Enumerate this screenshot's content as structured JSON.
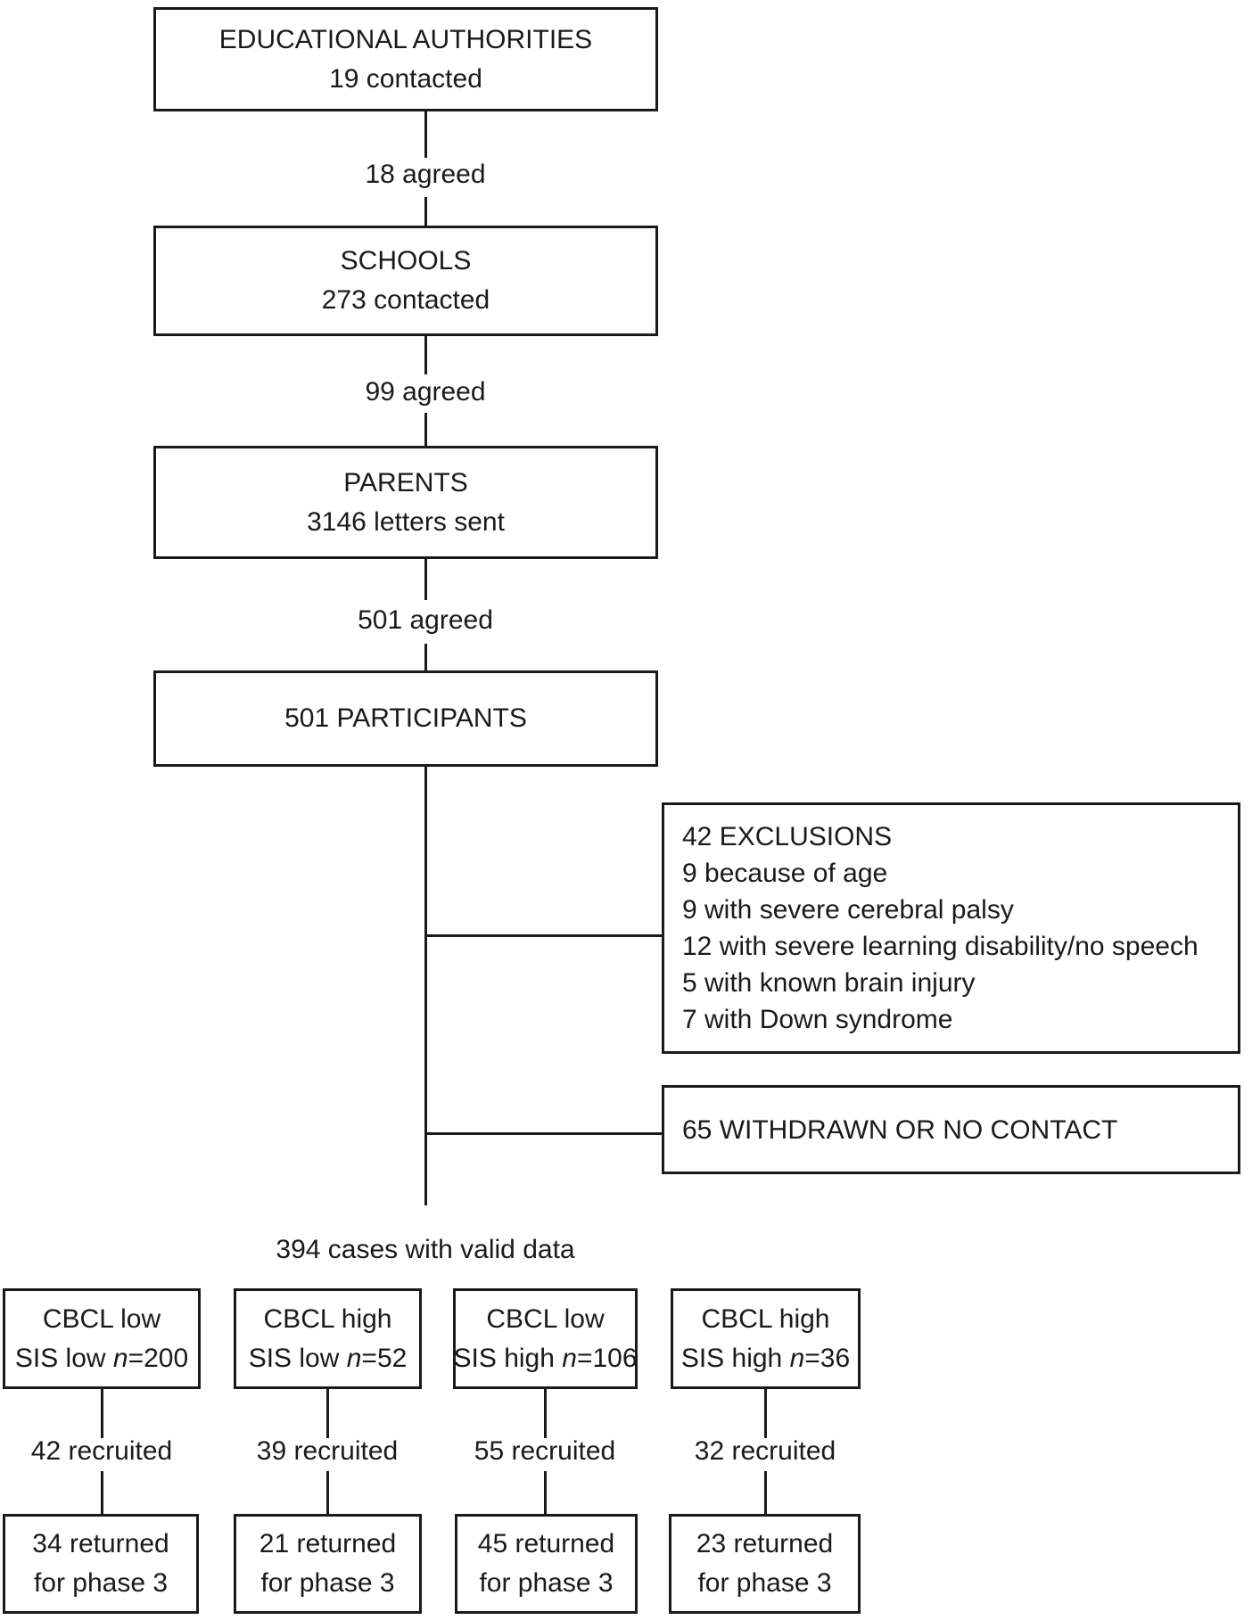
{
  "diagram": {
    "type": "flowchart",
    "colors": {
      "line": "#1a1a1a",
      "background": "#ffffff"
    },
    "boxes": {
      "authorities": {
        "line1": "EDUCATIONAL AUTHORITIES",
        "line2": "19 contacted"
      },
      "schools": {
        "line1": "SCHOOLS",
        "line2": "273 contacted"
      },
      "parents": {
        "line1": "PARENTS",
        "line2": "3146 letters sent"
      },
      "participants": {
        "line1": "501 PARTICIPANTS"
      },
      "exclusions": {
        "lines": [
          "42 EXCLUSIONS",
          "9 because of age",
          "9 with severe cerebral palsy",
          "12 with severe learning disability/no speech",
          "5 with known brain injury",
          "7 with Down syndrome"
        ]
      },
      "withdrawn": {
        "line1": "65 WITHDRAWN OR NO CONTACT"
      }
    },
    "edge_labels": {
      "authorities_to_schools": "18 agreed",
      "schools_to_parents": "99 agreed",
      "parents_to_participants": "501 agreed",
      "valid_cases": "394 cases with valid data"
    },
    "groups": [
      {
        "line1": "CBCL low",
        "line2_pre": "SIS low ",
        "line2_n": "n",
        "line2_value": "=200",
        "recruited": "42 recruited",
        "returned_line1": "34 returned",
        "returned_line2": "for phase 3"
      },
      {
        "line1": "CBCL high",
        "line2_pre": "SIS low ",
        "line2_n": "n",
        "line2_value": "=52",
        "recruited": "39 recruited",
        "returned_line1": "21 returned",
        "returned_line2": "for phase 3"
      },
      {
        "line1": "CBCL low",
        "line2_pre": "SIS high ",
        "line2_n": "n",
        "line2_value": "=106",
        "recruited": "55 recruited",
        "returned_line1": "45 returned",
        "returned_line2": "for phase 3"
      },
      {
        "line1": "CBCL high",
        "line2_pre": "SIS high ",
        "line2_n": "n",
        "line2_value": "=36",
        "recruited": "32 recruited",
        "returned_line1": "23 returned",
        "returned_line2": "for phase 3"
      }
    ]
  }
}
